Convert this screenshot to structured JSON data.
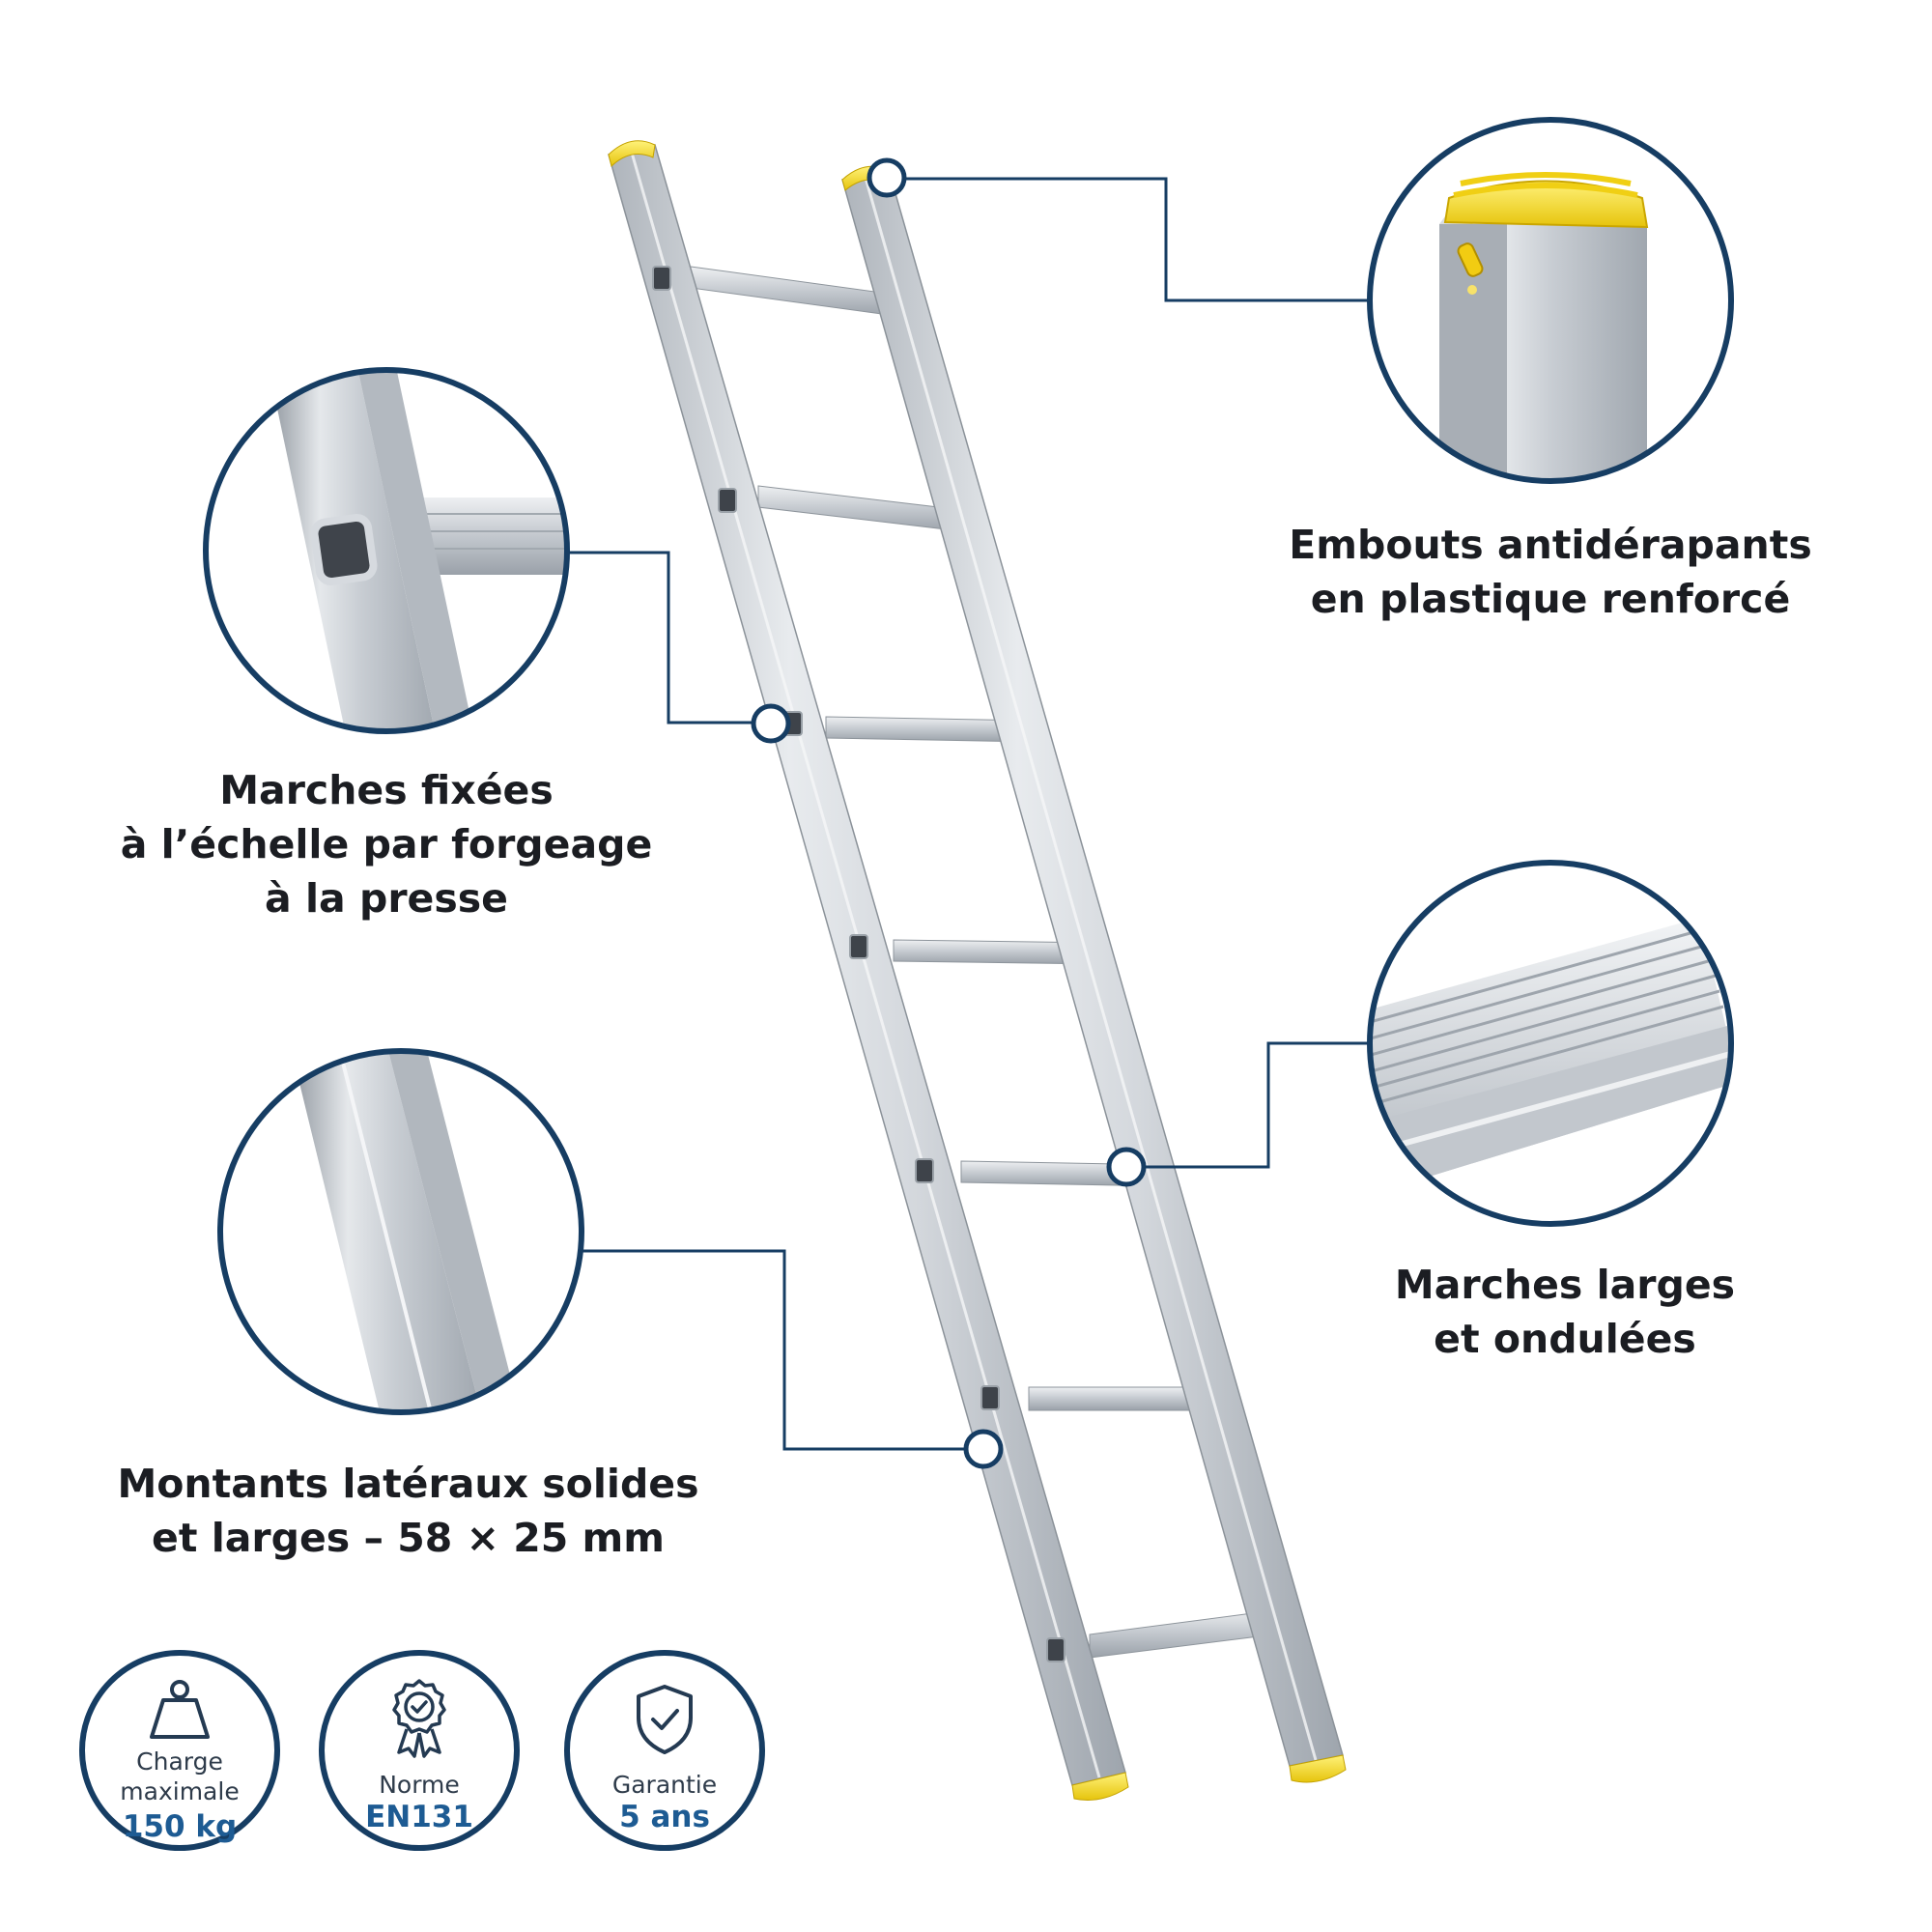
{
  "colors": {
    "accent": "#163d63",
    "value_blue": "#1d5b93",
    "aluminium": "#c9ced4",
    "endcap_yellow": "#f5d21a"
  },
  "callouts": {
    "endcaps": {
      "lines": [
        "Embouts antidérapants",
        "en plastique renforcé"
      ]
    },
    "rungs_fixed": {
      "lines": [
        "Marches fixées",
        "à l’échelle par forgeage",
        "à la presse"
      ]
    },
    "rungs_wide": {
      "lines": [
        "Marches larges",
        "et ondulées"
      ]
    },
    "rails": {
      "lines": [
        "Montants latéraux solides",
        "et larges – 58 × 25 mm"
      ]
    }
  },
  "badges": [
    {
      "icon": "weight-icon",
      "label_lines": [
        "Charge",
        "maximale"
      ],
      "value": "150 kg"
    },
    {
      "icon": "award-ribbon-icon",
      "label_lines": [
        "Norme"
      ],
      "value": "EN131"
    },
    {
      "icon": "shield-check-icon",
      "label_lines": [
        "Garantie"
      ],
      "value": "5 ans"
    }
  ]
}
